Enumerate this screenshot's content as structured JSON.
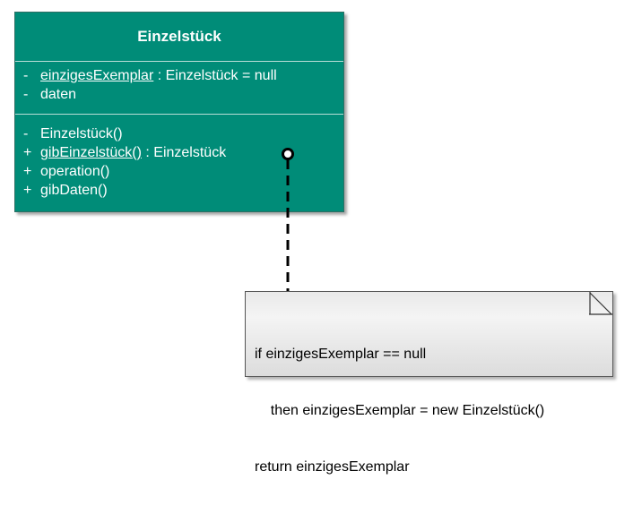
{
  "uml_class": {
    "name": "Einzelstück",
    "attributes": [
      {
        "visibility": "-",
        "name": "einzigesExemplar",
        "rest": " : Einzelstück = null"
      },
      {
        "visibility": "-",
        "name": "daten",
        "rest": ""
      }
    ],
    "operations": [
      {
        "visibility": "-",
        "name": "Einzelstück()",
        "rest": ""
      },
      {
        "visibility": "+",
        "name": "gibEinzelstück()",
        "rest": " : Einzelstück"
      },
      {
        "visibility": "+",
        "name": "operation()",
        "rest": ""
      },
      {
        "visibility": "+",
        "name": "gibDaten()",
        "rest": ""
      }
    ]
  },
  "note": {
    "lines": [
      "if einzigesExemplar == null",
      "    then einzigesExemplar = new Einzelstück()",
      "return einzigesExemplar"
    ]
  },
  "colors": {
    "class_fill": "#008c78",
    "class_text": "#ffffff",
    "note_fill": "#eeeeee",
    "connector": "#000000"
  }
}
